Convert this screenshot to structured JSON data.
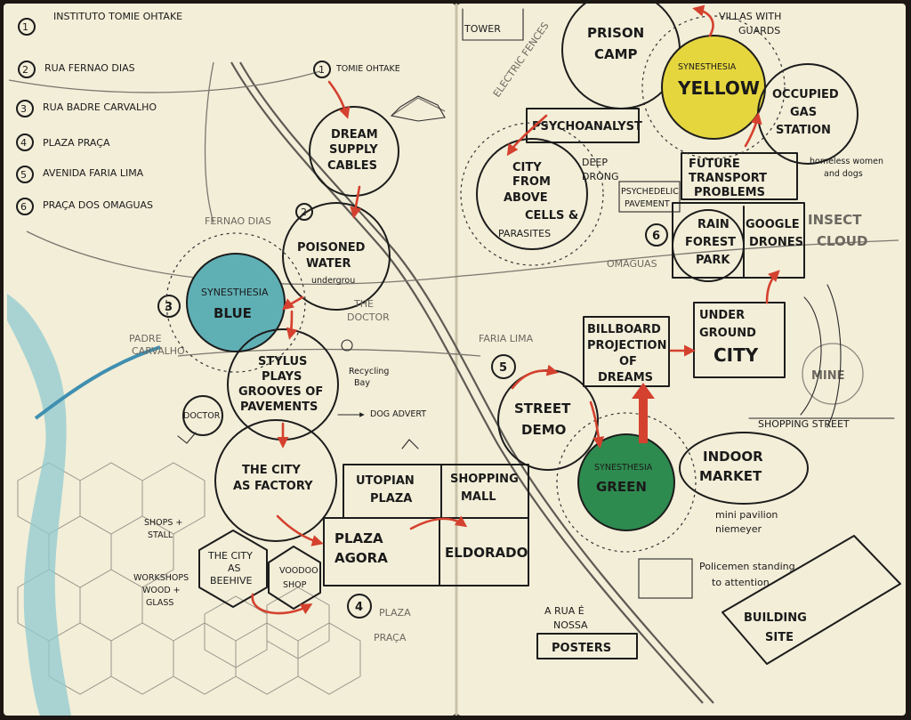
{
  "legend": [
    {
      "num": "1",
      "text": "INSTITUTO TOMIE OHTAKE"
    },
    {
      "num": "2",
      "text": "RUA FERNAO DIAS"
    },
    {
      "num": "3",
      "text": "RUA BADRE CARVALHO"
    },
    {
      "num": "4",
      "text": "PLAZA PRAÇA"
    },
    {
      "num": "5",
      "text": "AVENIDA FARIA LIMA"
    },
    {
      "num": "6",
      "text": "PRAÇA DOS OMAGUAS"
    }
  ],
  "nodes": {
    "tomie_ohtake": "TOMIE OHTAKE",
    "dream_supply": [
      "DREAM",
      "SUPPLY",
      "CABLES"
    ],
    "poisoned_water": [
      "POISONED",
      "WATER",
      "undergrou"
    ],
    "synesthesia_blue": [
      "SYNESTHESIA",
      "BLUE"
    ],
    "the_doctor": [
      "THE",
      "DOCTOR"
    ],
    "stylus": [
      "STYLUS",
      "PLAYS",
      "GROOVES OF",
      "PAVEMENTS"
    ],
    "doctor_small": "DOCTOR",
    "recycling": [
      "Recycling",
      "Bay"
    ],
    "dog_advert": "DOG ADVERT",
    "city_factory": [
      "THE CITY",
      "AS FACTORY"
    ],
    "utopian_plaza": [
      "UTOPIAN",
      "PLAZA"
    ],
    "shopping_mall": [
      "SHOPPING",
      "MALL"
    ],
    "plaza_agora": [
      "PLAZA",
      "AGORA"
    ],
    "eldorado": "ELDORADO",
    "city_beehive": [
      "THE CITY",
      "AS",
      "BEEHIVE"
    ],
    "voodoo_shop": [
      "VOODOO",
      "SHOP"
    ],
    "shops_stall": [
      "SHOPS +",
      "STALL"
    ],
    "workshops": [
      "WORKSHOPS",
      "WOOD +",
      "GLASS"
    ],
    "plaza_praca": [
      "PLAZA",
      "PRAÇA"
    ],
    "tower": "TOWER",
    "electric_fences": "ELECTRIC FENCES",
    "prison_camp": [
      "PRISON",
      "CAMP"
    ],
    "villas": [
      "VILLAS WITH",
      "GUARDS"
    ],
    "synesthesia_yellow": [
      "SYNESTHESIA",
      "YELLOW"
    ],
    "psychoanalyst": "PSYCHOANALYST",
    "occupied_gas": [
      "OCCUPIED",
      "GAS",
      "STATION"
    ],
    "city_above": [
      "CITY",
      "FROM",
      "ABOVE",
      "CELLS &",
      "PARASITES"
    ],
    "deep_drone": [
      "DEEP",
      "DRONG"
    ],
    "future_transport": [
      "FUTURE",
      "TRANSPORT",
      "PROBLEMS"
    ],
    "homeless": [
      "homeless women",
      "and dogs"
    ],
    "psychedelic": [
      "PSYCHEDELIC",
      "PAVEMENT"
    ],
    "rain_forest": [
      "RAIN",
      "FOREST",
      "PARK"
    ],
    "google_drones": [
      "GOOGLE",
      "DRONES"
    ],
    "insect_cloud": [
      "INSECT",
      "CLOUD"
    ],
    "omaguas": "OMAGUAS",
    "billboard": [
      "BILLBOARD",
      "PROJECTION",
      "OF",
      "DREAMS"
    ],
    "underground_city": [
      "UNDER",
      "GROUND",
      "CITY"
    ],
    "mine": "MINE",
    "faria_lima": "FARIA LIMA",
    "street_demo": [
      "STREET",
      "DEMO"
    ],
    "shopping_street": "SHOPPING STREET",
    "synesthesia_green": [
      "SYNESTHESIA",
      "GREEN"
    ],
    "indoor_market": [
      "INDOOR",
      "MARKET"
    ],
    "mini_pavilion": [
      "mini pavilion",
      "niemeyer"
    ],
    "policemen": [
      "Policemen standing",
      "to attention"
    ],
    "a_rua": [
      "A RUA É",
      "NOSSA"
    ],
    "posters": "POSTERS",
    "building_site": [
      "BUILDING",
      "SITE"
    ],
    "fernao_dias": "FERNAO DIAS",
    "padre_carvalho": [
      "PADRE",
      "CARVALHO"
    ]
  },
  "colors": {
    "blue": "#5fb0b5",
    "yellow": "#e6d63e",
    "green": "#2e8b4f",
    "red_arrow": "#d4412e",
    "paper": "#f3eed8",
    "river": "#7cc0c6"
  }
}
